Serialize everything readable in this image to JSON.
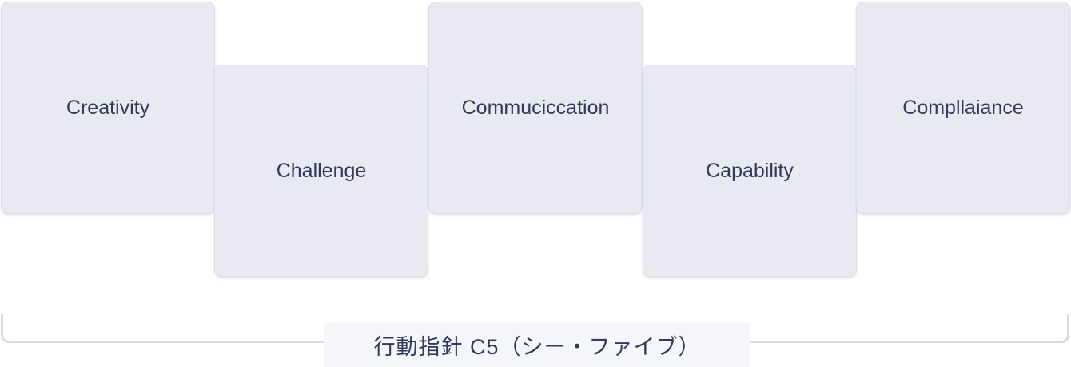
{
  "cards": [
    {
      "label": "Creativity"
    },
    {
      "label": "Challenge"
    },
    {
      "label": "Commuciccation"
    },
    {
      "label": "Capability"
    },
    {
      "label": "Compllaiance"
    }
  ],
  "caption": {
    "label": "行動指針 C5（シー・ファイブ）"
  },
  "colors": {
    "card_bg": "#e9eaf1",
    "card_border": "#dcdee6",
    "text": "#323a5c",
    "bracket_line": "#d9dbe3",
    "caption_bg": "#f5f6fa",
    "page_bg": "#ffffff"
  }
}
